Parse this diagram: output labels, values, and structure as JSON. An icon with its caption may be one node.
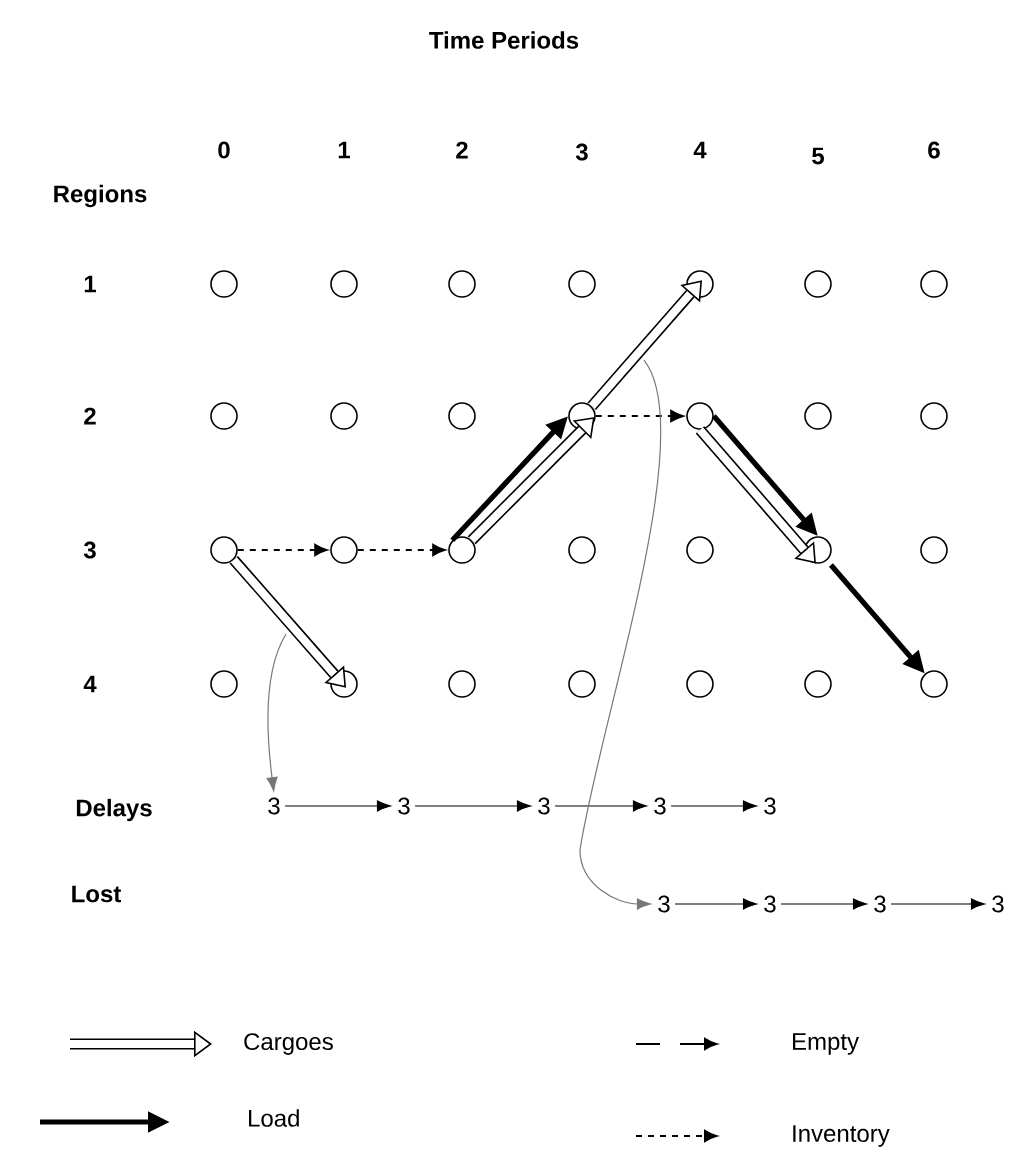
{
  "diagram": {
    "title": "Time Periods",
    "nodes": [
      {
        "text": [],
        "shape": "circle"
      },
      {
        "text": [],
        "shape": "circle"
      },
      {
        "text": [],
        "shape": "circle"
      },
      {
        "text": [],
        "shape": "circle"
      },
      {
        "text": [],
        "shape": "circle"
      },
      {
        "text": [],
        "shape": "circle"
      },
      {
        "text": [],
        "shape": "circle"
      },
      {
        "text": [],
        "shape": "circle"
      },
      {
        "text": [],
        "shape": "circle"
      },
      {
        "text": [],
        "shape": "circle"
      },
      {
        "text": [],
        "shape": "circle"
      },
      {
        "text": [],
        "shape": "circle"
      },
      {
        "text": [],
        "shape": "circle"
      },
      {
        "text": [],
        "shape": "circle"
      },
      {
        "text": [],
        "shape": "circle"
      },
      {
        "text": [],
        "shape": "circle"
      },
      {
        "text": [],
        "shape": "circle"
      },
      {
        "text": [],
        "shape": "circle"
      },
      {
        "text": [],
        "shape": "circle"
      },
      {
        "text": [],
        "shape": "circle"
      },
      {
        "text": [],
        "shape": "circle"
      },
      {
        "text": [],
        "shape": "circle"
      },
      {
        "text": [],
        "shape": "circle"
      },
      {
        "text": [],
        "shape": "circle"
      },
      {
        "text": [],
        "shape": "circle"
      },
      {
        "text": [],
        "shape": "circle"
      },
      {
        "text": [],
        "shape": "circle"
      },
      {
        "text": [],
        "shape": "circle"
      },
      {
        "text": [
          "3"
        ]
      },
      {
        "text": [
          "3"
        ]
      },
      {
        "text": [
          "3"
        ]
      },
      {
        "text": [
          "3"
        ]
      },
      {
        "text": [
          "3"
        ]
      },
      {
        "text": [
          "3"
        ]
      },
      {
        "text": [
          "3"
        ]
      },
      {
        "text": [
          "3"
        ]
      },
      {
        "text": [
          "3"
        ]
      }
    ],
    "edges": [
      {
        "from": 14,
        "to": 15,
        "arrow": "to",
        "style": "dashed"
      },
      {
        "from": 15,
        "to": 16,
        "arrow": "to",
        "style": "dashed"
      },
      {
        "from": 10,
        "to": 11,
        "arrow": "to",
        "style": "dashed"
      },
      {
        "from": 14,
        "to": 22,
        "arrow": "to",
        "style": "thick"
      },
      {
        "from": 16,
        "to": 10,
        "arrow": "to",
        "style": "thick"
      },
      {
        "from": 10,
        "to": 4,
        "arrow": "to",
        "style": "thick"
      },
      {
        "from": 11,
        "to": 19,
        "arrow": "to",
        "style": "thick"
      },
      {
        "from": 16,
        "to": 10,
        "arrow": "to",
        "style": "thick",
        "color": "#000000"
      },
      {
        "from": 11,
        "to": 19,
        "arrow": "to",
        "style": "thick",
        "color": "#000000"
      },
      {
        "from": 19,
        "to": 27,
        "arrow": "to",
        "style": "thick",
        "color": "#000000"
      },
      {
        "from": null,
        "to": 28,
        "arrow": "to",
        "color": "#777777"
      },
      {
        "from": 28,
        "to": 29,
        "arrow": "to"
      },
      {
        "from": 29,
        "to": 30,
        "arrow": "to"
      },
      {
        "from": 30,
        "to": 31,
        "arrow": "to"
      },
      {
        "from": 31,
        "to": 32,
        "arrow": "to"
      },
      {
        "from": null,
        "to": 33,
        "arrow": "to",
        "color": "#777777"
      },
      {
        "from": 33,
        "to": 34,
        "arrow": "to"
      },
      {
        "from": 34,
        "to": 35,
        "arrow": "to"
      },
      {
        "from": 35,
        "to": 36,
        "arrow": "to"
      }
    ],
    "labels": [
      "0",
      "1",
      "2",
      "3",
      "4",
      "5",
      "6",
      "Regions",
      "1",
      "2",
      "3",
      "4",
      "Delays",
      "Lost"
    ],
    "legend": [
      {
        "text": "Cargoes"
      },
      {
        "text": "Empty"
      },
      {
        "text": "Load"
      },
      {
        "text": "Inventory"
      }
    ]
  }
}
